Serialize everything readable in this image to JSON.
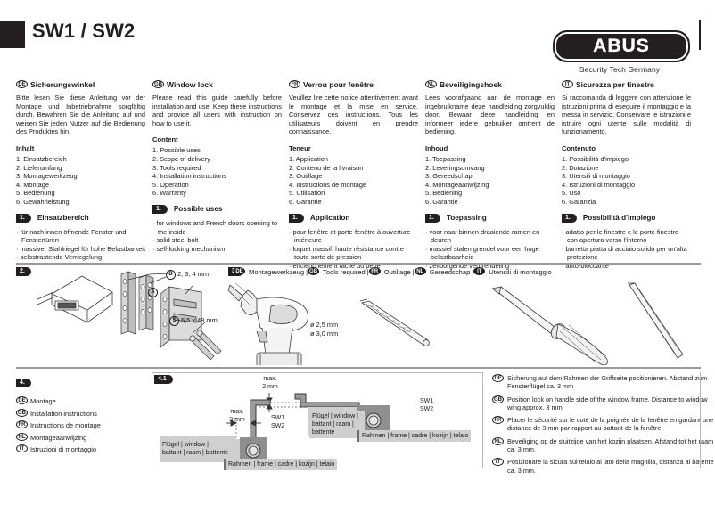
{
  "header": {
    "title": "SW1 / SW2",
    "brand": "ABUS",
    "brand_tagline": "Security Tech Germany"
  },
  "languages": {
    "de": "DE",
    "gb": "GB",
    "fr": "FR",
    "nl": "NL",
    "it": "IT"
  },
  "intro_columns": [
    {
      "lang": "DE",
      "title": "Sicherungswinkel",
      "intro": "Bitte lesen Sie diese Anleitung vor der Montage und Inbetriebnahme sorgfältig durch. Bewahren Sie die Anleitung auf und weisen Sie jeden Nutzer auf die Bedienung des Produktes hin.",
      "contents_heading": "Inhalt",
      "contents": [
        "1. Einsatzbereich",
        "2. Lieferumfang",
        "3. Montagewerkzeug",
        "4. Montage",
        "5. Bedienung",
        "6. Gewährleistung"
      ],
      "section_number": "1.",
      "section_title": "Einsatzbereich",
      "bullets": [
        "für nach innen öffnende Fenster und Fenstertüren",
        "massiver Stahlriegel für hohe Belastbarkeit",
        "selbstrastende Verriegelung"
      ]
    },
    {
      "lang": "GB",
      "title": "Window lock",
      "intro": "Please read this guide carefully before installation and use. Keep these instructions and provide all users with instruction on how to use it.",
      "contents_heading": "Content",
      "contents": [
        "1. Possible uses",
        "2. Scope of delivery",
        "3. Tools required",
        "4. Installation instructions",
        "5. Operation",
        "6. Warranty"
      ],
      "section_number": "1.",
      "section_title": "Possible uses",
      "bullets": [
        "for windows and French doors opening to the inside",
        "solid steel bolt",
        "self-locking mechanism"
      ]
    },
    {
      "lang": "FR",
      "title": "Verrou pour fenêtre",
      "intro": "Veuillez lire cette notice attentivement avant le montage et la mise en service. Conservez ces instructions. Tous les utilisateurs doivent en prendre connaissance.",
      "contents_heading": "Teneur",
      "contents": [
        "1. Application",
        "2. Contenu de la livraison",
        "3. Outillage",
        "4. Instructions de montage",
        "5. Utilisation",
        "6. Garantie"
      ],
      "section_number": "1.",
      "section_title": "Application",
      "bullets": [
        "pour fenêtre et porte-fenêtre à ouverture intérieure",
        "loquet massif: haute résistance contre toute sorte de pression",
        "enclenchement facile du pêne"
      ]
    },
    {
      "lang": "NL",
      "title": "Beveiligingshoek",
      "intro": "Lees voorafgaand aan de montage en ingebruikname deze handleiding zorgvuldig door. Bewaar deze handleiding en informeer iedere gebruiker omtrent de bediening.",
      "contents_heading": "Inhoud",
      "contents": [
        "1. Toepassing",
        "2. Leveringsomvang",
        "3. Gereedschap",
        "4. Montageaanwijzing",
        "5. Bediening",
        "6. Garantie"
      ],
      "section_number": "1.",
      "section_title": "Toepassing",
      "bullets": [
        "voor naar binnen draaiende ramen en deuren",
        "massief stalen grendel voor een hoge belastbaarheid",
        "zelfborgende vergrendeling"
      ]
    },
    {
      "lang": "IT",
      "title": "Sicurezza per finestre",
      "intro": "Si raccomanda di leggere con attenzione le istruzioni prima di eseguire il montaggio e la messa in servizio. Conservare le istruzioni e istruire ogni utente sulle modalità di funzionamento.",
      "contents_heading": "Contenuto",
      "contents": [
        "1. Possibilità d'impiego",
        "2. Dotazione",
        "3. Utensili di montaggio",
        "4. Istruzioni di montaggio",
        "5. Uso",
        "6. Garanzia"
      ],
      "section_number": "1.",
      "section_title": "Possibilità d'impiego",
      "bullets": [
        "adatto per le finestre e le porte finestre con apertura verso l'interno",
        "barretta piatta di acciaio solido per un'alta protezione",
        "auto-bloccante"
      ]
    }
  ],
  "section2": {
    "number": "2.",
    "label_b": "B",
    "label_b_text": "2, 3, 4 mm",
    "label_a": "A",
    "label_s": "S",
    "label_s_text": "5,5 x 48 mm"
  },
  "section3": {
    "number": "3.",
    "titles": [
      {
        "lang": "DE",
        "text": "Montagewerkzeug"
      },
      {
        "lang": "GB",
        "text": "Tools required"
      },
      {
        "lang": "FR",
        "text": "Outillage"
      },
      {
        "lang": "NL",
        "text": "Gereedschap"
      },
      {
        "lang": "IT",
        "text": "Utensili di montaggio"
      }
    ],
    "drill_bits": [
      "ø 2,5 mm",
      "ø 3,0 mm"
    ]
  },
  "section4": {
    "number": "4.",
    "sub_number": "4.1",
    "titles": [
      {
        "lang": "DE",
        "text": "Montage"
      },
      {
        "lang": "GB",
        "text": "Installation instructions"
      },
      {
        "lang": "FR",
        "text": "Instructions de montage"
      },
      {
        "lang": "NL",
        "text": "Montageaanwijzing"
      },
      {
        "lang": "IT",
        "text": "Istruzioni di montaggio"
      }
    ],
    "diagram": {
      "dim_left_1": "max.",
      "dim_left_2": "3 mm",
      "dim_top_1": "max.",
      "dim_top_2": "2 mm",
      "sw1": "SW1",
      "sw2": "SW2",
      "wing_label_a": "Flügel | window |",
      "wing_label_b": "battant | raam | battente",
      "wing_label_c1": "Flügel | window |",
      "wing_label_c2": "battant | raam |",
      "wing_label_c3": "battente",
      "frame_label": "Rahmen | frame | cadre | kozijn | telaio"
    },
    "notes": [
      {
        "lang": "DE",
        "text": "Sicherung auf dem Rahmen der Griffseite positionieren. Abstand zum Fensterflügel ca. 3 mm"
      },
      {
        "lang": "GB",
        "text": "Position lock on handle side of the window frame. Distance to window wing approx. 3 mm."
      },
      {
        "lang": "FR",
        "text": "Placer le sécurité sur le coté de la poignée de la fenêtre en gardant une distance de 3 mm par rapport au battant de la fenêtre."
      },
      {
        "lang": "NL",
        "text": "Beveiliging op de sluitzijde van het kozijn plaatsen. Afstand tot het raam ca. 3 mm."
      },
      {
        "lang": "IT",
        "text": "Posizionare la sicura sul telaio al lato della magnilia, distanza al batente ca. 3 mm."
      }
    ]
  }
}
